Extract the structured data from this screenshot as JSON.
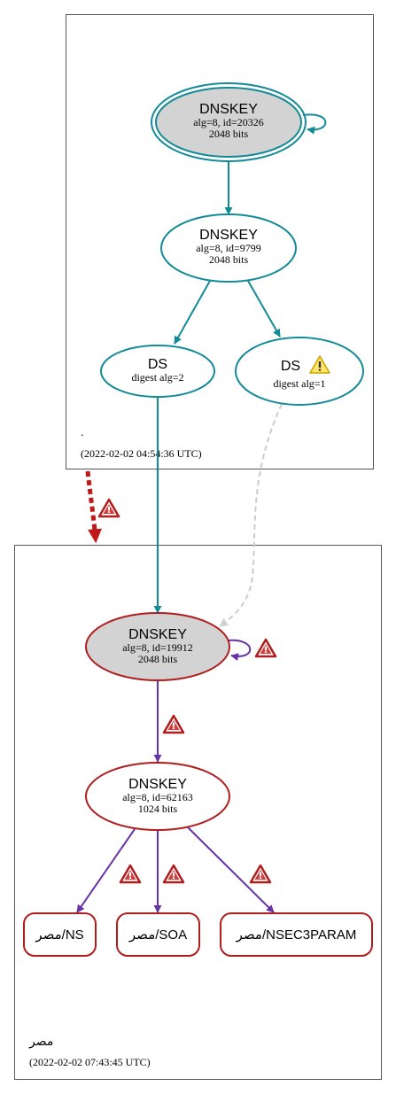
{
  "zones": {
    "root": {
      "name": ".",
      "timestamp": "(2022-02-02 04:54:36 UTC)"
    },
    "child": {
      "name": "مصر",
      "timestamp": "(2022-02-02 07:43:45 UTC)"
    }
  },
  "nodes": {
    "root_ksk": {
      "title": "DNSKEY",
      "line1": "alg=8, id=20326",
      "line2": "2048 bits"
    },
    "root_zsk": {
      "title": "DNSKEY",
      "line1": "alg=8, id=9799",
      "line2": "2048 bits"
    },
    "ds_alg2": {
      "title": "DS",
      "line1": "digest alg=2"
    },
    "ds_alg1": {
      "title": "DS",
      "line1": "digest alg=1"
    },
    "child_ksk": {
      "title": "DNSKEY",
      "line1": "alg=8, id=19912",
      "line2": "2048 bits"
    },
    "child_zsk": {
      "title": "DNSKEY",
      "line1": "alg=8, id=62163",
      "line2": "1024 bits"
    },
    "rr_ns": {
      "label": "مصر/NS"
    },
    "rr_soa": {
      "label": "مصر/SOA"
    },
    "rr_nsec3param": {
      "label": "مصر/NSEC3PARAM"
    }
  },
  "colors": {
    "secure_edge": "#138a97",
    "bogus_node": "#b01d1d",
    "child_edge": "#6733a6",
    "insecure_delegation": "#be1a1a",
    "ds_dashed": "#cccccc",
    "ksk_fill": "#d3d3d3",
    "zone_border": "#555555"
  },
  "icons": {
    "warning_error": "error-triangle-icon",
    "warning_caution": "warning-triangle-icon"
  }
}
